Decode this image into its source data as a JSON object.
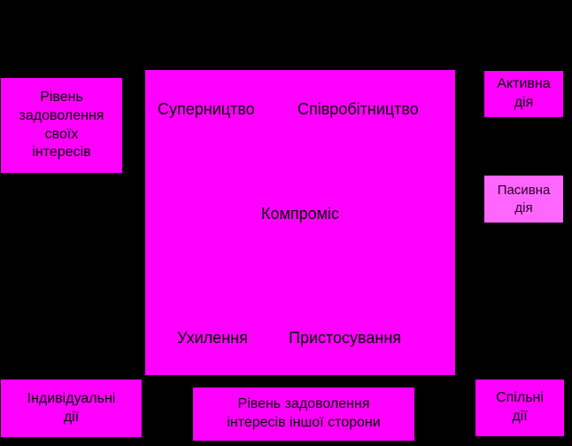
{
  "colors": {
    "background": "#000000",
    "box": "#ff00ff",
    "box_faded": "#ff66ff",
    "text": "#000000"
  },
  "grid": {
    "competition": "Суперництво",
    "cooperation": "Співробітництво",
    "compromise": "Компроміс",
    "avoidance": "Ухилення",
    "accommodation": "Пристосування"
  },
  "axes": {
    "own_interest": [
      "Рівень",
      "задоволення",
      "своїх",
      "інтересів"
    ],
    "other_interest": [
      "Рівень задоволення",
      "інтересів іншої сторони"
    ],
    "active": [
      "Активна",
      "дія"
    ],
    "passive": [
      "Пасивна",
      "дія"
    ],
    "individual": [
      "Індивідуальні",
      "дії"
    ],
    "joint": [
      "Спільні",
      "дії"
    ]
  }
}
